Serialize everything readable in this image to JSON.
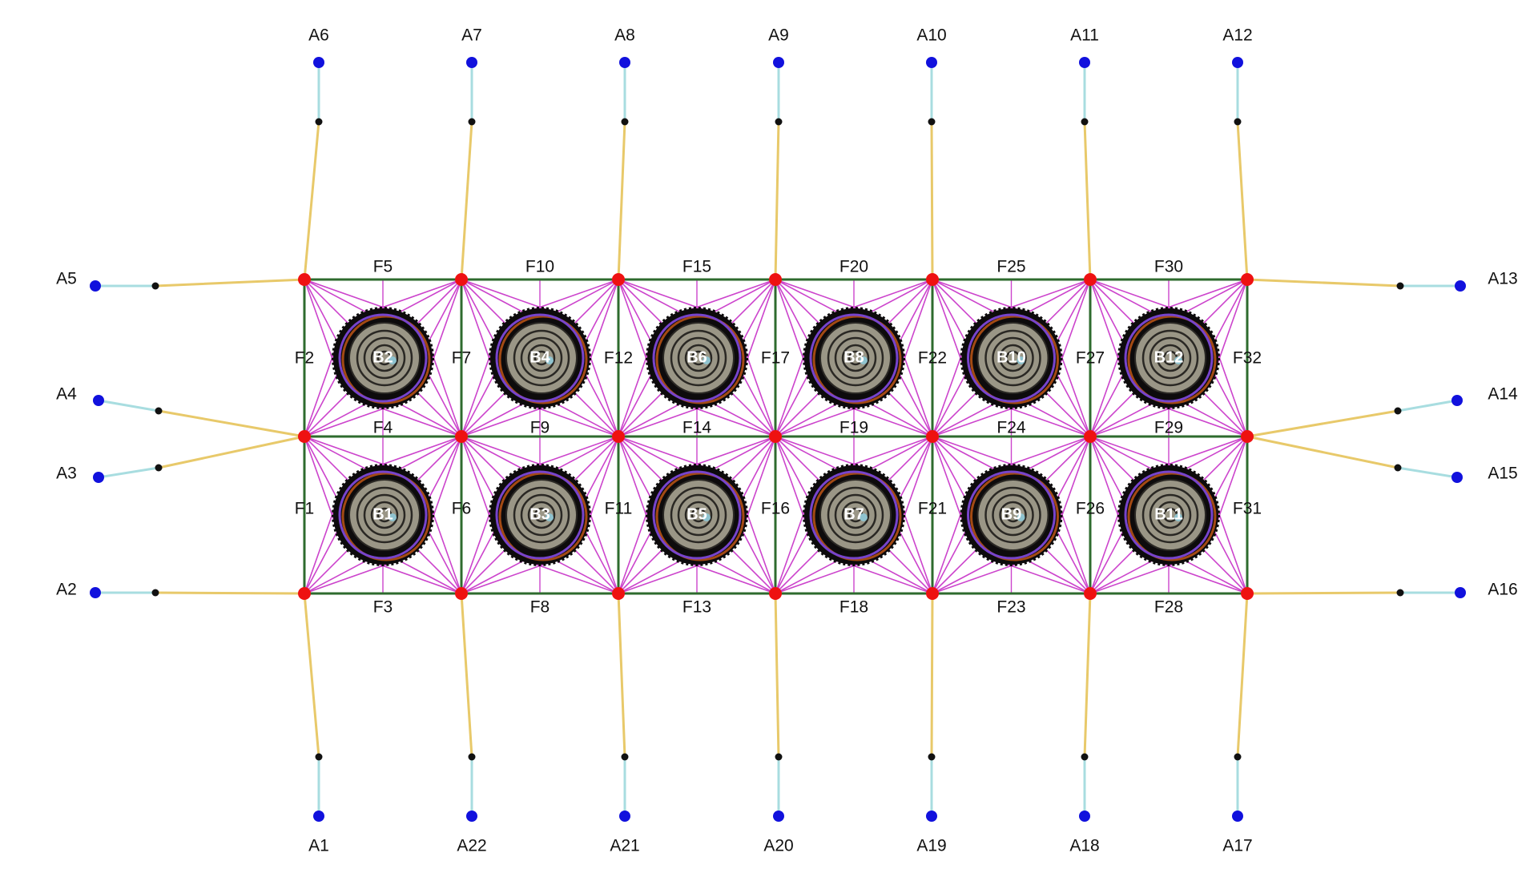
{
  "diagram": {
    "colors": {
      "frame": "#2e6b2e",
      "brace": "#cc44cc",
      "tether": "#e8c96a",
      "tether_end": "#a8dde0",
      "node": "#ee1111",
      "anchor": "#1111dd",
      "fairlead": "#111111",
      "buoy_dark": "#0d0b0c",
      "buoy_ring": "#7744cc",
      "buoy_rust": "#a34a14",
      "buoy_face": "#9a9686",
      "buoy_line": "#2a2824",
      "buoy_hub": "#8fc3cf"
    },
    "bodies": [
      "B1",
      "B2",
      "B3",
      "B4",
      "B5",
      "B6",
      "B7",
      "B8",
      "B9",
      "B10",
      "B11",
      "B12"
    ],
    "frames": {
      "top": [
        "F5",
        "F10",
        "F15",
        "F20",
        "F25",
        "F30"
      ],
      "middle": [
        "F4",
        "F9",
        "F14",
        "F19",
        "F24",
        "F29"
      ],
      "bottom": [
        "F3",
        "F8",
        "F13",
        "F18",
        "F23",
        "F28"
      ],
      "upper_verticals": [
        "F2",
        "F7",
        "F12",
        "F17",
        "F22",
        "F27",
        "F32"
      ],
      "lower_verticals": [
        "F1",
        "F6",
        "F11",
        "F16",
        "F21",
        "F26",
        "F31"
      ]
    },
    "anchors": {
      "top": [
        "A6",
        "A7",
        "A8",
        "A9",
        "A10",
        "A11",
        "A12"
      ],
      "bottom": [
        "A1",
        "A22",
        "A21",
        "A20",
        "A19",
        "A18",
        "A17"
      ],
      "left": [
        "A5",
        "A4",
        "A3",
        "A2"
      ],
      "right": [
        "A13",
        "A14",
        "A15",
        "A16"
      ]
    }
  }
}
